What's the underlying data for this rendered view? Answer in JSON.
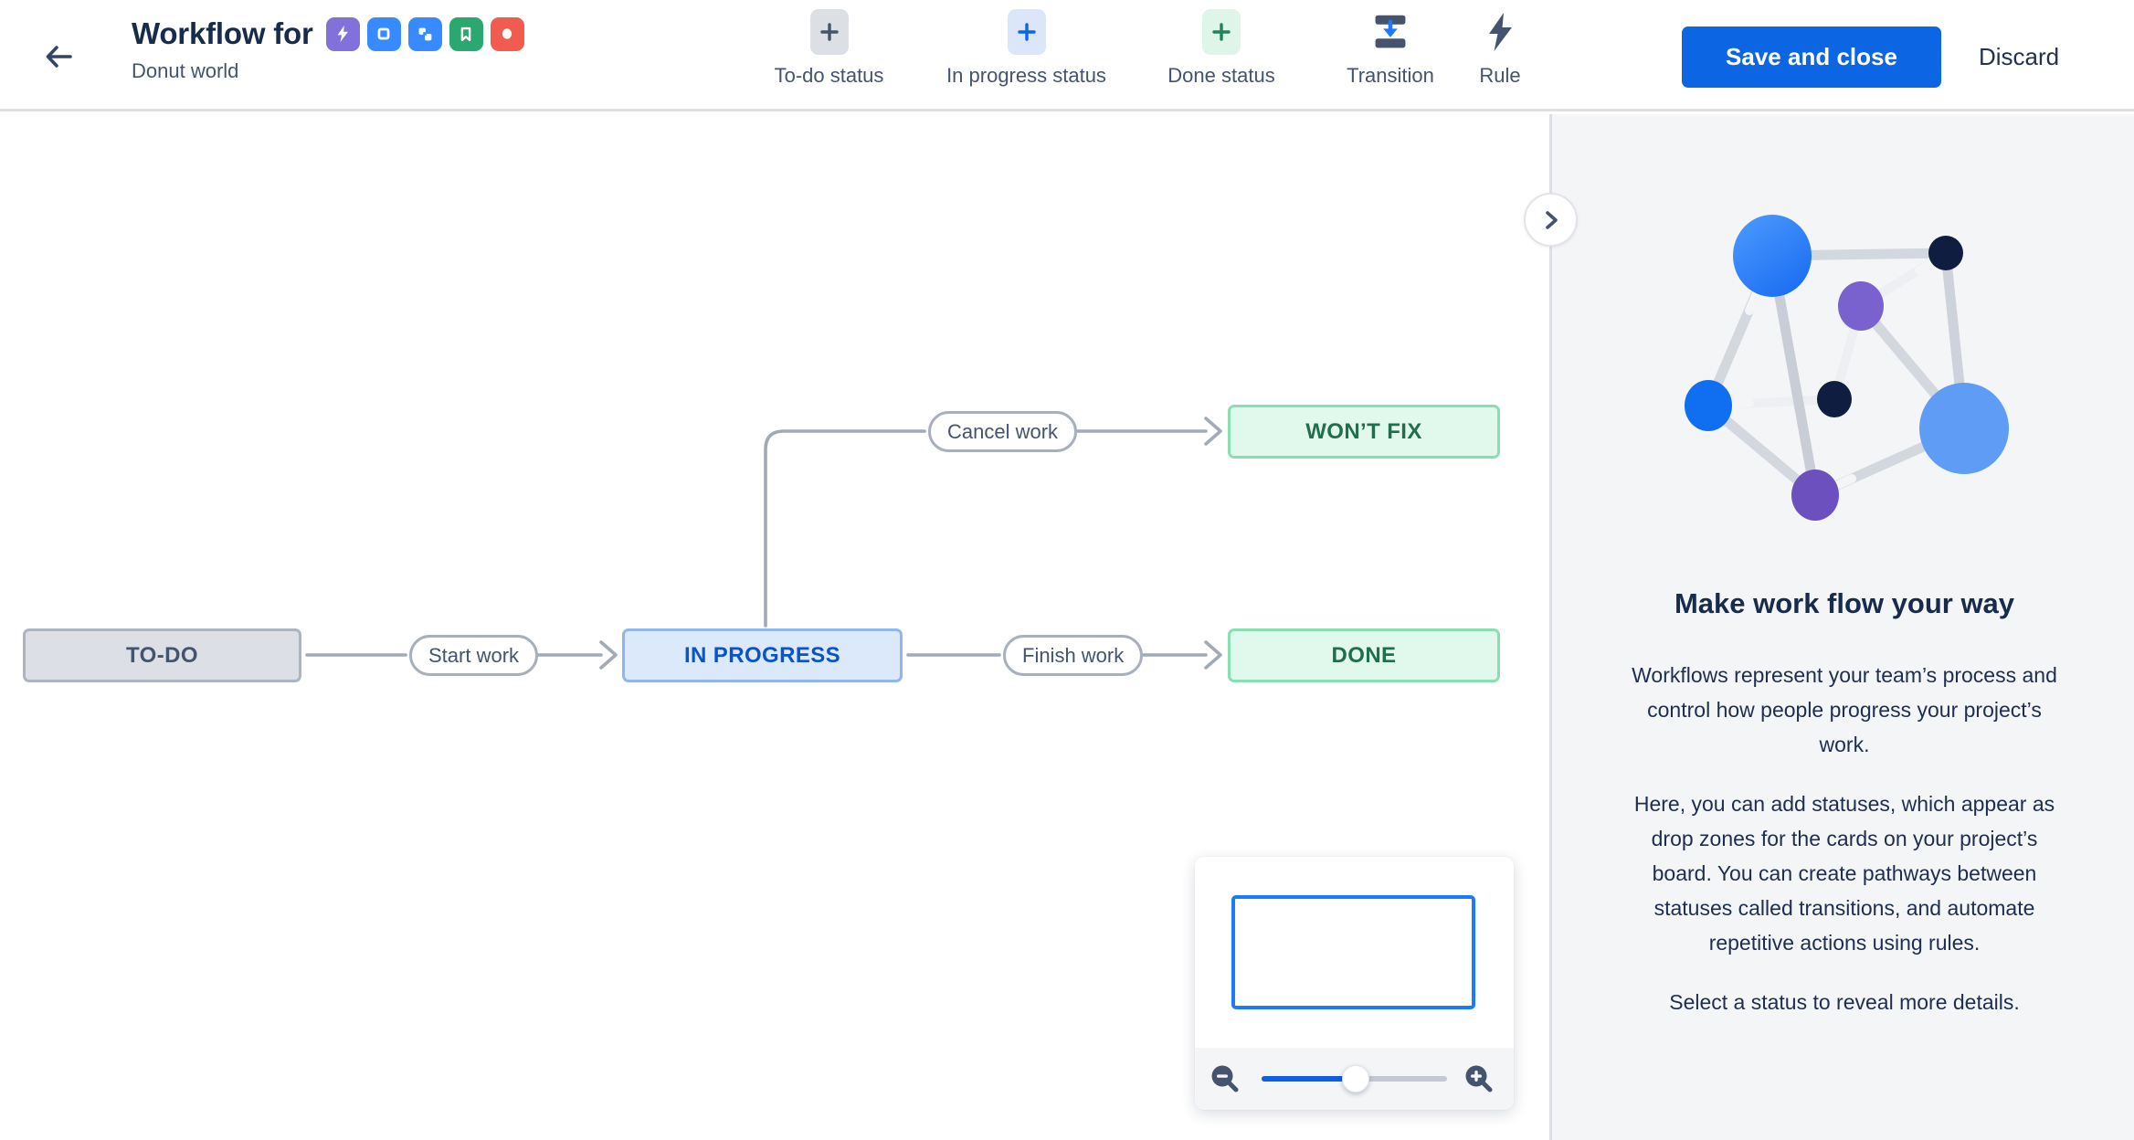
{
  "header": {
    "title": "Workflow for",
    "subtitle": "Donut world",
    "project_icons": [
      {
        "name": "bolt-icon",
        "bg": "#8270DB"
      },
      {
        "name": "square-icon",
        "bg": "#388BFF"
      },
      {
        "name": "subtask-icon",
        "bg": "#388BFF"
      },
      {
        "name": "bookmark-icon",
        "bg": "#2BA770"
      },
      {
        "name": "circle-icon",
        "bg": "#F15B50"
      }
    ],
    "toolbar": [
      {
        "label": "To-do status",
        "type": "todo"
      },
      {
        "label": "In progress status",
        "type": "inprogress"
      },
      {
        "label": "Done status",
        "type": "done"
      },
      {
        "label": "Transition",
        "type": "transition"
      },
      {
        "label": "Rule",
        "type": "rule"
      }
    ],
    "actions": {
      "save": "Save and close",
      "discard": "Discard"
    }
  },
  "canvas": {
    "statuses": [
      {
        "label": "TO-DO",
        "category": "todo"
      },
      {
        "label": "IN PROGRESS",
        "category": "inprogress"
      },
      {
        "label": "DONE",
        "category": "done"
      },
      {
        "label": "WON’T FIX",
        "category": "done"
      }
    ],
    "transitions": [
      {
        "label": "Start work"
      },
      {
        "label": "Finish work"
      },
      {
        "label": "Cancel work"
      }
    ]
  },
  "panel": {
    "heading": "Make work flow your way",
    "paragraphs": [
      "Workflows represent your team’s process and control how people progress your project’s work.",
      "Here, you can add statuses, which appear as drop zones for the cards on your project’s board. You can create pathways between statuses called transitions, and automate repetitive actions using rules.",
      "Select a status to reveal more details."
    ]
  },
  "colors": {
    "accent_blue": "#0C66E4",
    "viewport_blue": "#1D7AFC",
    "text_navy": "#172B4D",
    "text_slate": "#44546F",
    "connector_gray": "#A2AAB6",
    "todo_bg": "#DCE0E6",
    "inprogress_bg": "#DBE9FB",
    "done_bg": "#E1F9EC",
    "panel_bg": "#F4F5F7"
  }
}
